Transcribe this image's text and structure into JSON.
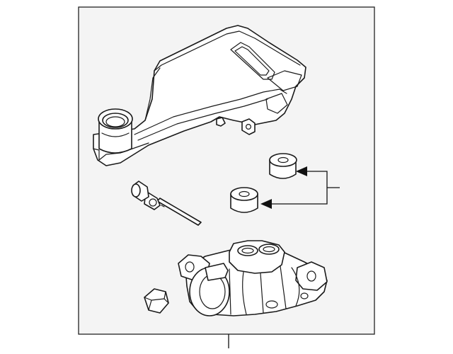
{
  "diagram": {
    "parts": [
      {
        "id": "reservoir",
        "icon": "brake-fluid-reservoir"
      },
      {
        "id": "sensor",
        "icon": "fluid-level-sensor"
      },
      {
        "id": "grommet-upper",
        "icon": "reservoir-grommet"
      },
      {
        "id": "grommet-lower",
        "icon": "reservoir-grommet"
      },
      {
        "id": "master-cylinder",
        "icon": "brake-master-cylinder"
      },
      {
        "id": "nut",
        "icon": "hex-nut"
      }
    ],
    "colors": {
      "frame_fill": "#f4f4f4",
      "line": "#1a1a1a",
      "part_fill": "#ffffff"
    }
  }
}
